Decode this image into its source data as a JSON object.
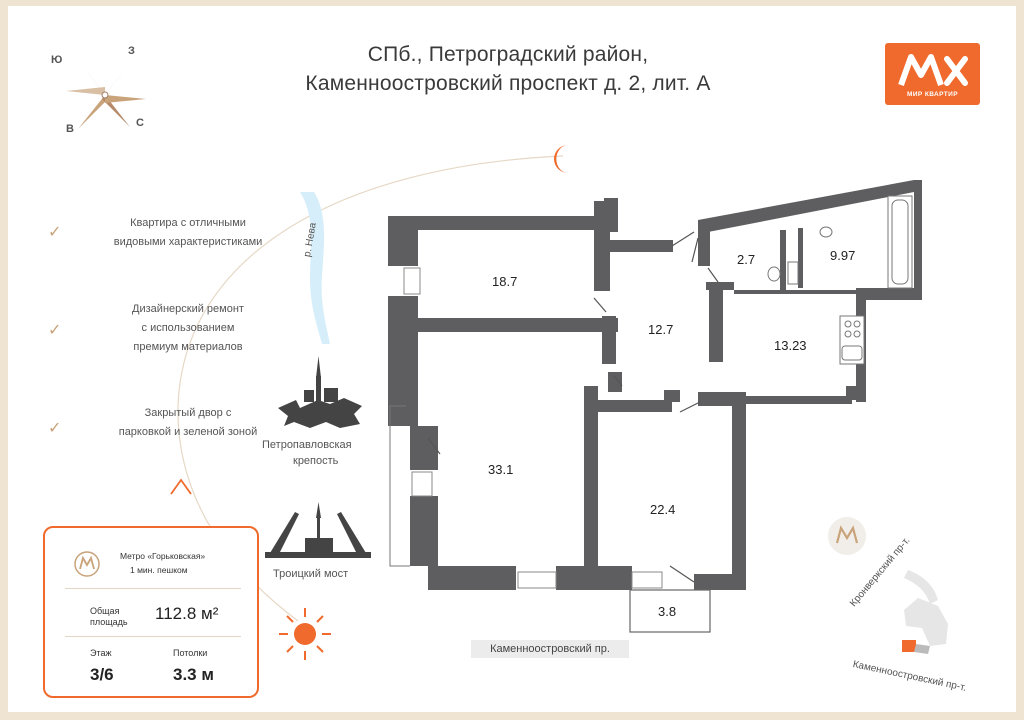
{
  "title": {
    "line1": "СПб., Петроградский район,",
    "line2": "Каменноостровский проспект д. 2, лит. А"
  },
  "logo": {
    "text": "МИР КВАРТИР"
  },
  "compass": {
    "north": "Ю",
    "east": "З",
    "south": "С",
    "west": "В"
  },
  "features": [
    {
      "line1": "Квартира с отличными",
      "line2": "видовыми характеристиками",
      "line3": ""
    },
    {
      "line1": "Дизайнерский ремонт",
      "line2": "с использованием",
      "line3": "премиум материалов"
    },
    {
      "line1": "Закрытый двор с",
      "line2": "парковкой и зеленой зоной",
      "line3": ""
    }
  ],
  "landmarks": {
    "river": "р. Нева",
    "fortress_line1": "Петропавловская",
    "fortress_line2": "крепость",
    "bridge": "Троицкий мост"
  },
  "info_card": {
    "metro_name": "Метро «Горьковская»",
    "metro_time": "1 мин. пешком",
    "area_label_line1": "Общая",
    "area_label_line2": "площадь",
    "area_value": "112.8 м²",
    "floor_label": "Этаж",
    "floor_value": "3/6",
    "ceiling_label": "Потолки",
    "ceiling_value": "3.3 м"
  },
  "rooms": {
    "room_1": "18.7",
    "room_2": "12.7",
    "room_3": "33.1",
    "room_4": "22.4",
    "room_5": "13.23",
    "room_6": "2.7",
    "room_7": "9.97",
    "balcony": "3.8"
  },
  "streets": {
    "bottom": "Каменноостровский пр.",
    "map_street_1": "Кронверкский пр-т.",
    "map_street_2": "Каменноостровский пр-т."
  },
  "colors": {
    "accent": "#ef6a2c",
    "wall": "#5e5e60",
    "beige": "#c9a37a"
  }
}
